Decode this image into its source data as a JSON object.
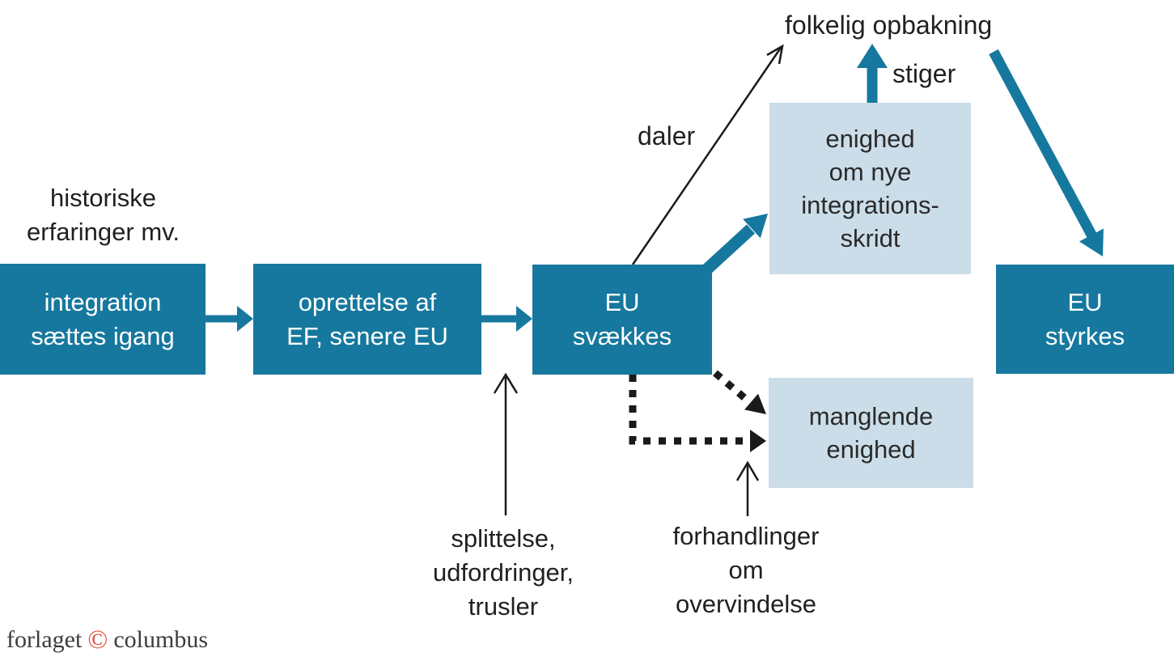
{
  "palette": {
    "teal": "#16789E",
    "light_blue": "#CBDDE8",
    "text_dark": "#231F20",
    "text_white": "#FFFFFF",
    "arrow_black": "#1A1A1A",
    "logo_red": "#E0503C"
  },
  "boxes": {
    "integration": {
      "text": "integration\nsættes igang"
    },
    "oprettelse": {
      "text": "oprettelse af\nEF, senere EU"
    },
    "eu_svaekkes": {
      "text": "EU\nsvækkes"
    },
    "eu_styrkes": {
      "text": "EU\nstyrkes"
    },
    "enighed": {
      "text": "enighed\nom nye\nintegrations-\nskridt"
    },
    "manglende": {
      "text": "manglende\nenighed"
    }
  },
  "labels": {
    "historiske": "historiske\nerfaringer mv.",
    "folkelig": "folkelig opbakning",
    "stiger": "stiger",
    "daler": "daler",
    "splittelse": "splittelse,\nudfordringer,\ntrusler",
    "forhandlinger": "forhandlinger\nom\novervindelse"
  },
  "arrows": [
    {
      "name": "integration-to-oprettelse",
      "style": "solid-teal"
    },
    {
      "name": "oprettelse-to-svaekkes",
      "style": "solid-teal"
    },
    {
      "name": "svaekkes-to-enighed",
      "style": "thick-teal-diagonal"
    },
    {
      "name": "stiger-up",
      "style": "thick-teal-up"
    },
    {
      "name": "folkelig-to-styrkes",
      "style": "thick-teal-diagonal"
    },
    {
      "name": "daler-thin",
      "style": "thin-black"
    },
    {
      "name": "splittelse-up",
      "style": "thin-black"
    },
    {
      "name": "forhandlinger-up",
      "style": "thin-black"
    },
    {
      "name": "svaekkes-to-manglende-elbow",
      "style": "dotted-black"
    },
    {
      "name": "svaekkes-to-manglende-diagonal",
      "style": "dotted-black"
    }
  ],
  "logo": {
    "forlaget": "forlaget",
    "symbol": "©",
    "columbus": "columbus"
  }
}
